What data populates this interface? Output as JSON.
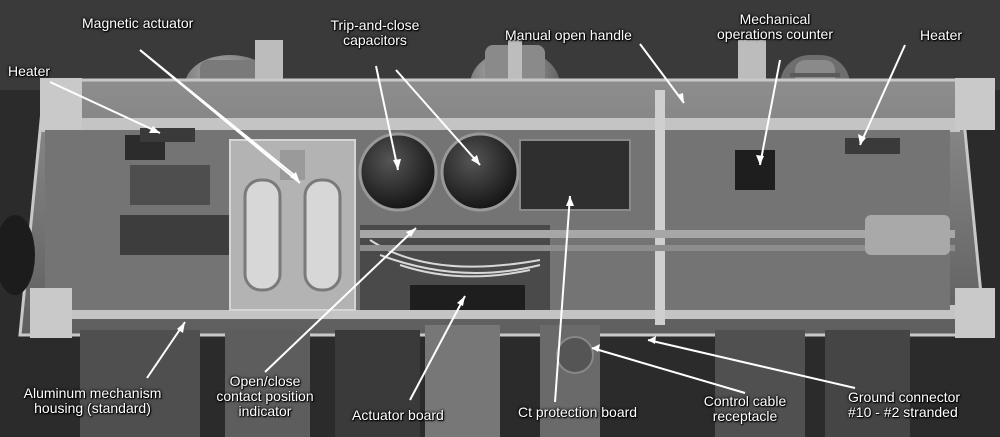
{
  "diagram": {
    "labels": {
      "heater_left": "Heater",
      "magnetic_actuator": "Magnetic actuator",
      "trip_close_capacitors": "Trip-and-close\ncapacitors",
      "manual_open_handle": "Manual open handle",
      "mechanical_operations_counter": "Mechanical\noperations counter",
      "heater_right": "Heater",
      "aluminum_housing": "Aluminum mechanism\nhousing (standard)",
      "open_close_indicator": "Open/close\ncontact position\nindicator",
      "actuator_board": "Actuator board",
      "ct_protection_board": "Ct protection board",
      "control_cable_receptacle": "Control cable\nreceptacle",
      "ground_connector": "Ground connector\n#10 - #2 stranded"
    },
    "colors": {
      "label_text": "#ffffff",
      "leader_line": "#ffffff",
      "background": "#2a2a2a"
    }
  }
}
